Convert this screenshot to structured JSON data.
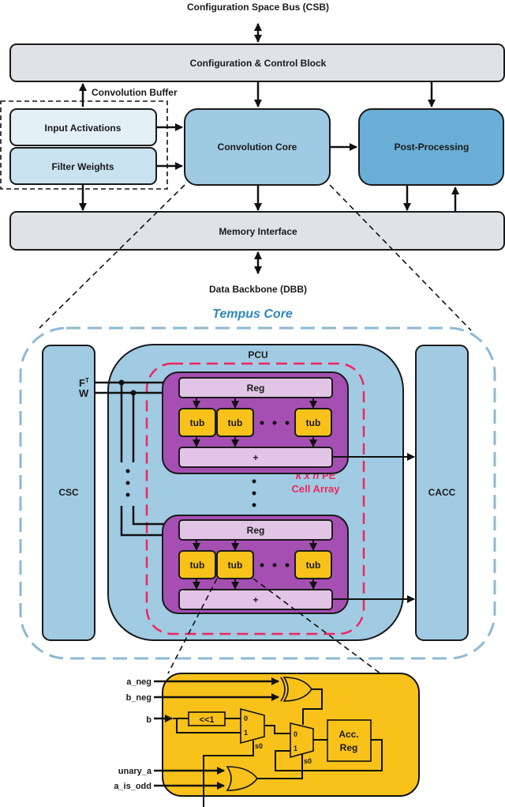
{
  "top_system": {
    "csb_label": "Configuration Space Bus (CSB)",
    "control_block": "Configuration & Control Block",
    "conv_buffer_label": "Convolution Buffer",
    "input_activations": "Input Activations",
    "filter_weights": "Filter Weights",
    "conv_core": "Convolution Core",
    "post_processing": "Post-Processing",
    "memory_interface": "Memory Interface",
    "dbb_label": "Data Backbone (DBB)"
  },
  "tempus_core": {
    "title": "Tempus Core",
    "csc": "CSC",
    "cacc": "CACC",
    "pcu": "PCU",
    "input_f": "F",
    "input_f_sup": "T",
    "input_w": "W",
    "reg_label": "Reg",
    "tub_label": "tub",
    "adder_label": "+",
    "pe_array_line1_italic": "k x n",
    "pe_array_line1_rest": " PE",
    "pe_array_line2": "Cell Array"
  },
  "tub_detail": {
    "inputs": [
      "a_neg",
      "b_neg",
      "b",
      "unary_a",
      "a_is_odd"
    ],
    "shift_label": "<<1",
    "mux_in0": "0",
    "mux_in1": "1",
    "mux_sel": "s0",
    "acc_reg_line1": "Acc.",
    "acc_reg_line2": "Reg"
  },
  "colors": {
    "gray_block": "#dfe3e6",
    "light_blue": "#e3f0f8",
    "mid_blue": "#c8e2f0",
    "conv_blue": "#9fcae3",
    "post_blue": "#6aafd6",
    "tempus_blue": "#2f87b9",
    "pcu_blue": "#a0cbe2",
    "pe_purple": "#a64fb3",
    "reg_lilac": "#e2c5e6",
    "tub_yellow": "#f8c21b",
    "pink_dash": "#f0245f"
  }
}
